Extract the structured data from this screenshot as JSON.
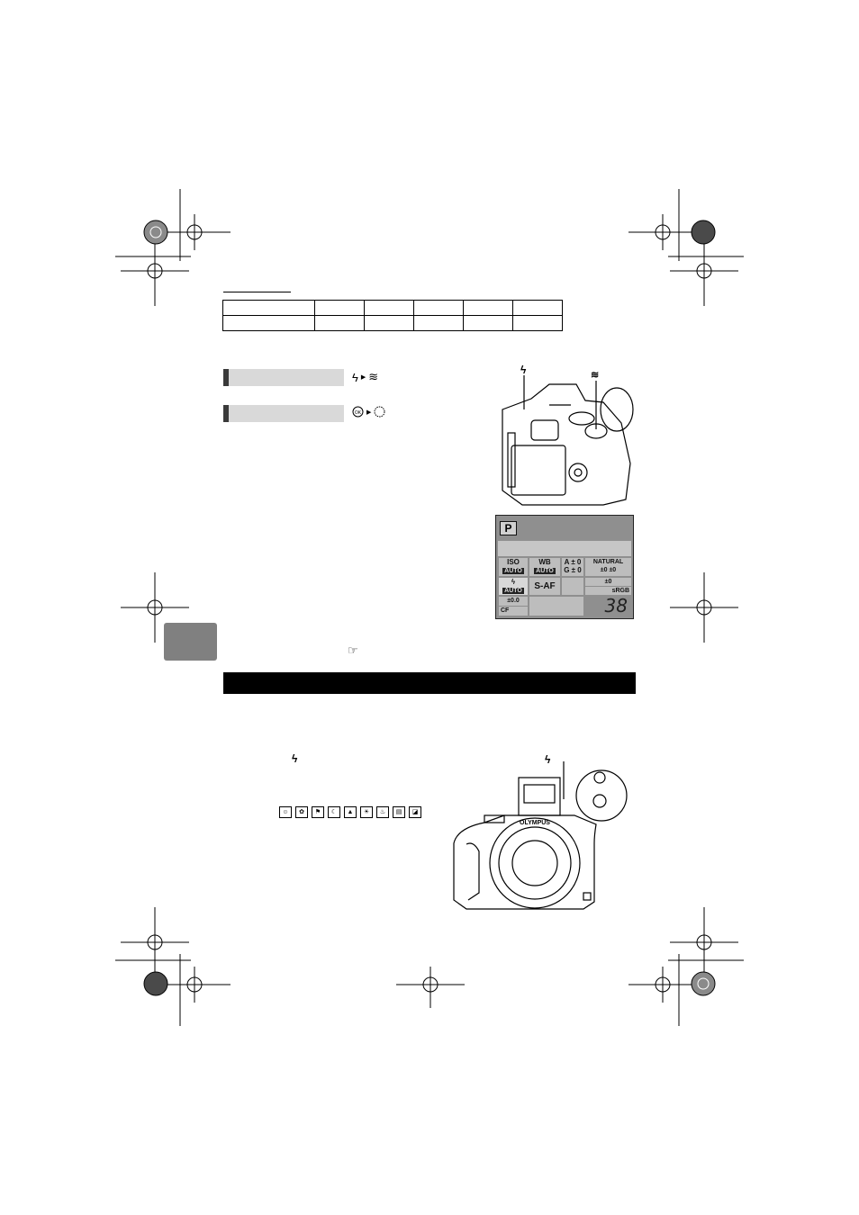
{
  "reference_table": {
    "rows": [
      [
        "",
        "",
        "",
        "",
        "",
        ""
      ],
      [
        "",
        "",
        "",
        "",
        "",
        ""
      ]
    ]
  },
  "menu_bars": [
    {
      "label": "",
      "sequence_icons": [
        "flash-icon",
        "arrow-icon",
        "dial-icon"
      ]
    },
    {
      "label": "",
      "sequence_icons": [
        "ok-button-icon",
        "arrow-icon",
        "dial-icon"
      ]
    }
  ],
  "camera_labels": {
    "flash_symbol": "ϟ",
    "dial_symbol": "≋"
  },
  "lcd_panel": {
    "mode": "P",
    "iso_label": "ISO",
    "iso_value": "AUTO",
    "wb_label": "WB",
    "wb_value": "AUTO",
    "wb_shift_a": "A ± 0",
    "wb_shift_g": "G ± 0",
    "picture_mode": "NATURAL",
    "sharpness": "±0",
    "contrast": "±0",
    "saturation": "±0",
    "flash_symbol": "ϟ",
    "flash_value": "AUTO",
    "af_mode": "S-AF",
    "color_space": "sRGB",
    "flash_comp": "±0.0",
    "card": "CF",
    "frames_remaining": "38"
  },
  "pointer_symbol": "☞",
  "scene_icons": [
    "portrait-icon",
    "macro-icon",
    "sport-icon",
    "night-portrait-icon",
    "landscape-icon",
    "beach-icon",
    "candle-icon",
    "document-icon",
    "sunset-icon"
  ],
  "colors": {
    "heading_bar": "#d9d9d9",
    "side_tab": "#808080",
    "band": "#000000"
  }
}
